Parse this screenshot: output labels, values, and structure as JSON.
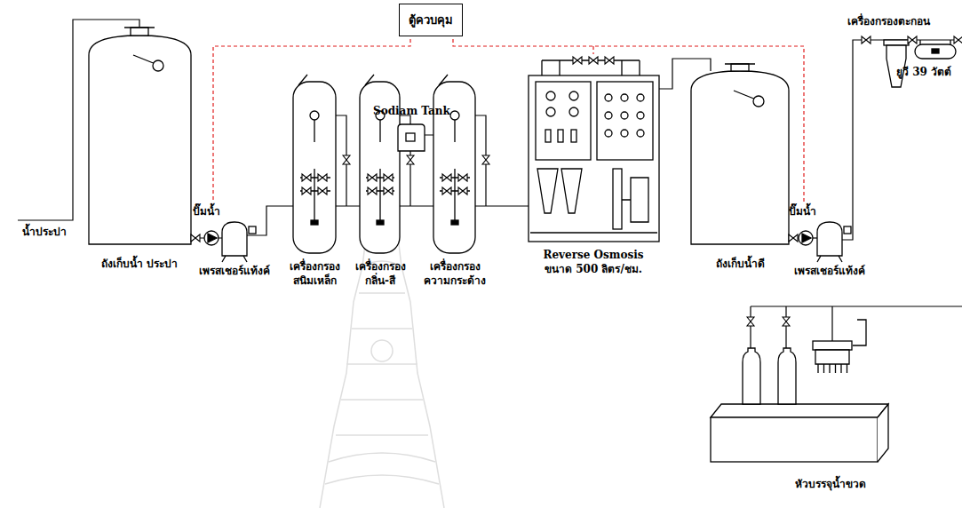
{
  "diagram": {
    "nodes": [
      {
        "text": [
          "ตู้ควบคุม"
        ]
      }
    ],
    "labels": [
      "น้ำประปา",
      "ปั๊มน้ำ",
      "ถังเก็บน้ำ ประปา",
      "เพรสเชอร์แท้งค์",
      "Sodiam Tank",
      "เครื่องกรอง สนิมเหล็ก",
      "เครื่องกรอง กลิ่น-สี",
      "เครื่องกรอง ความกระด้าง",
      "Reverse Osmosis ขนาด 500 ลิตร/ชม.",
      "ถังเก็บน้ำดี",
      "เครื่องกรองตะกอน",
      "ปั๊มน้ำ",
      "เพรสเชอร์แท้งค์",
      "ยูวี 39 วัตต์",
      "หัวบรรจุน้ำขวด"
    ]
  }
}
